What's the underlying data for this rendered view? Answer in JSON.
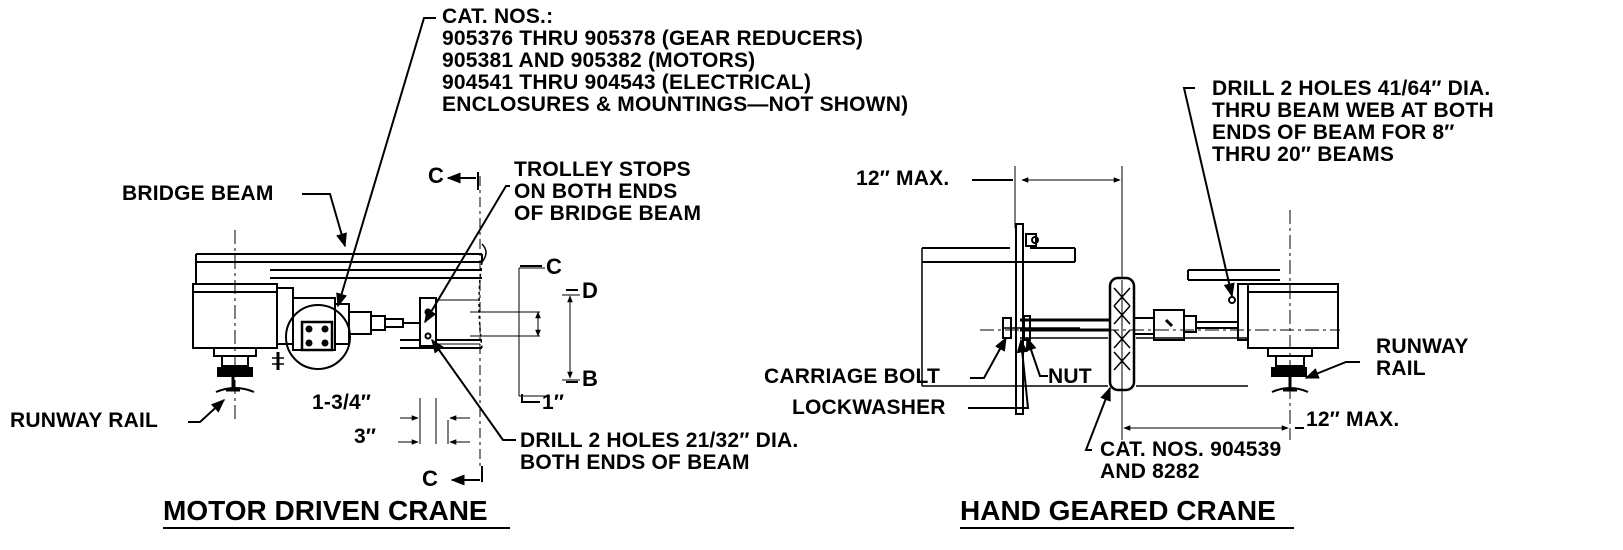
{
  "motor": {
    "title": "MOTOR DRIVEN CRANE",
    "cat_nos": [
      "CAT. NOS.:",
      "905376 THRU 905378 (GEAR REDUCERS)",
      "905381 AND 905382 (MOTORS)",
      "904541 THRU 904543 (ELECTRICAL)",
      "ENCLOSURES & MOUNTINGS—NOT SHOWN)"
    ],
    "bridge_beam": "BRIDGE BEAM",
    "trolley_stops": [
      "TROLLEY STOPS",
      "ON BOTH ENDS",
      "OF BRIDGE BEAM"
    ],
    "runway_rail": "RUNWAY RAIL",
    "dim_1_3_4": "1-3/4″",
    "dim_3": "3″",
    "dim_1": "1″",
    "drill": [
      "DRILL 2 HOLES 21/32″ DIA.",
      "BOTH ENDS OF BEAM"
    ],
    "letter_c": "C",
    "letter_d": "D",
    "letter_b": "B"
  },
  "hand": {
    "title": "HAND GEARED CRANE",
    "drill": [
      "DRILL 2 HOLES 41/64″ DIA.",
      "THRU BEAM WEB AT BOTH",
      "ENDS OF BEAM FOR 8″",
      "THRU 20″ BEAMS"
    ],
    "max_top": "12″ MAX.",
    "max_bottom": "12″ MAX.",
    "carriage_bolt": "CARRIAGE BOLT",
    "nut": "NUT",
    "lockwasher": "LOCKWASHER",
    "runway_rail": [
      "RUNWAY",
      "RAIL"
    ],
    "cat_nos": [
      "CAT. NOS. 904539",
      "AND 8282"
    ]
  }
}
